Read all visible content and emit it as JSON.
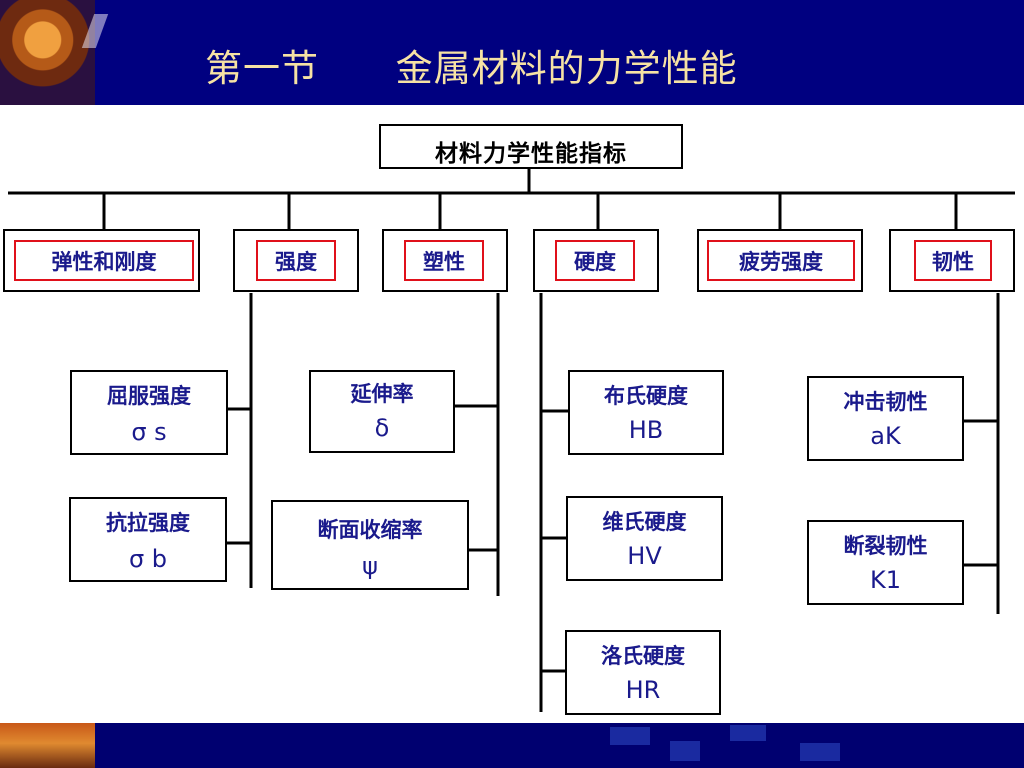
{
  "title": "第一节      金属材料的力学性能",
  "diagram": {
    "root": "材料力学性能指标",
    "categories": [
      {
        "label": "弹性和刚度"
      },
      {
        "label": "强度",
        "children": [
          {
            "label": "屈服强度",
            "symbol": "σ s"
          },
          {
            "label": "抗拉强度",
            "symbol": "σ b"
          }
        ]
      },
      {
        "label": "塑性",
        "children": [
          {
            "label": "延伸率",
            "symbol": "δ"
          },
          {
            "label": "断面收缩率",
            "symbol": "ψ"
          }
        ]
      },
      {
        "label": "硬度",
        "children": [
          {
            "label": "布氏硬度",
            "symbol": "HB"
          },
          {
            "label": "维氏硬度",
            "symbol": "HV"
          },
          {
            "label": "洛氏硬度",
            "symbol": "HR"
          }
        ]
      },
      {
        "label": "疲劳强度"
      },
      {
        "label": "韧性",
        "children": [
          {
            "label": "冲击韧性",
            "symbol": "aK"
          },
          {
            "label": "断裂韧性",
            "symbol": "K1"
          }
        ]
      }
    ]
  },
  "colors": {
    "header_bg": "#000080",
    "title_text": "#f6e2a4",
    "node_text": "#1a1a8c",
    "category_frame": "#e0101a"
  }
}
